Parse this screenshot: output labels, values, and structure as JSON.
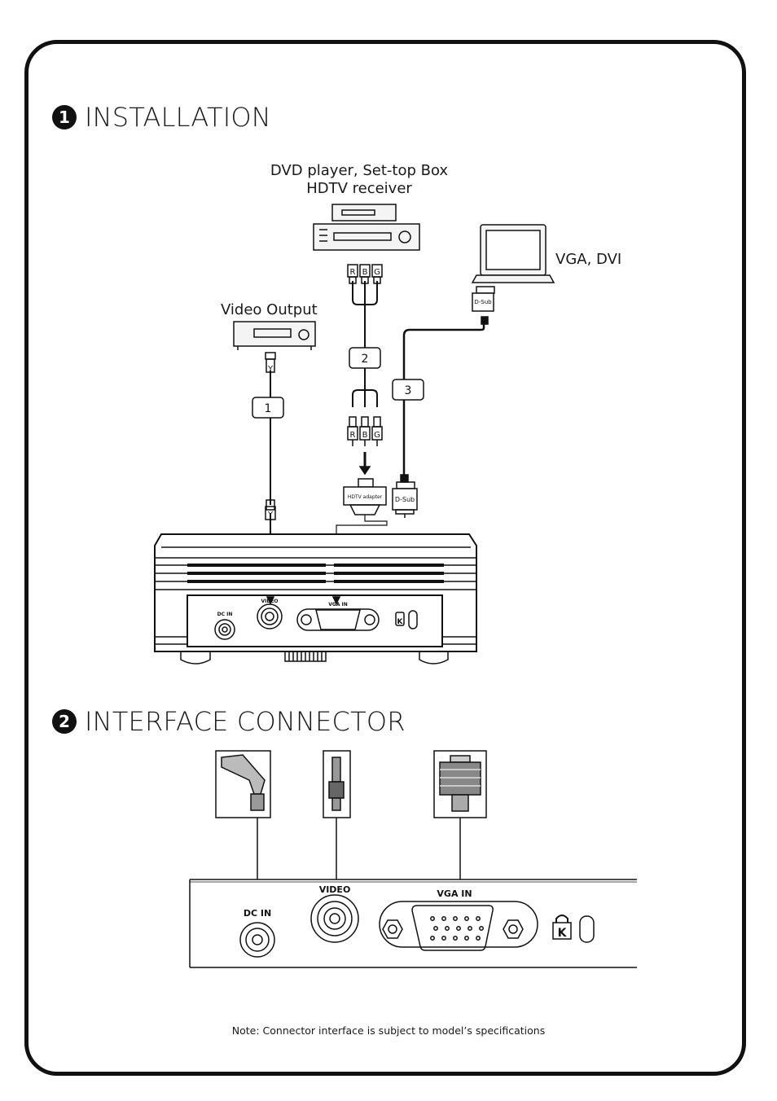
{
  "section1": {
    "number": "1",
    "title": "INSTALLATION"
  },
  "section2": {
    "number": "2",
    "title": "INTERFACE CONNECTOR"
  },
  "devices": {
    "dvd_line1": "DVD player, Set-top Box",
    "dvd_line2": "HDTV receiver",
    "laptop": "VGA, DVI",
    "video_output": "Video Output"
  },
  "cables": {
    "cable1": "1",
    "cable2": "2",
    "cable3": "3"
  },
  "plugs": {
    "y": "Y",
    "r": "R",
    "b": "B",
    "g": "G"
  },
  "adapters": {
    "hdtv": "HDTV adapter",
    "dsub": "D-Sub"
  },
  "ports": {
    "dc_in": "DC IN",
    "video": "VIDEO",
    "vga_in": "VGA IN",
    "lock": "K"
  },
  "note": "Note: Connector interface is subject to model’s specifications",
  "colors": {
    "line": "#111111",
    "panel_fill": "#ffffff",
    "device_fill": "#f4f4f4"
  }
}
